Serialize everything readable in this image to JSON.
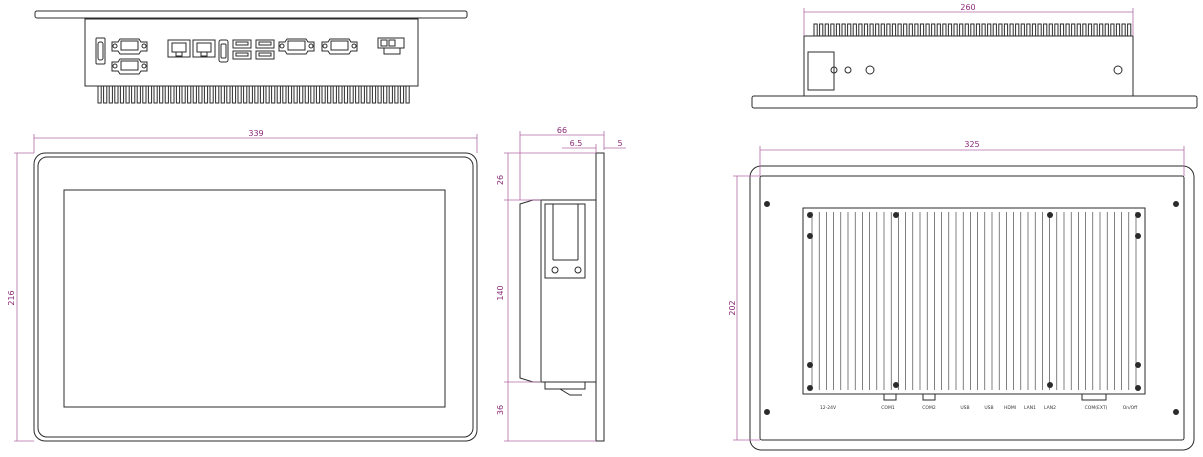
{
  "colors": {
    "line": "#2b2b2b",
    "dimension": "#b06aa6",
    "dimension_text": "#8a2a78",
    "panel_fill": "#ffffff"
  },
  "dimensions": {
    "front_width": "339",
    "front_height": "216",
    "side_depth": "66",
    "side_bezel": "6.5",
    "side_thickness": "5",
    "side_top": "26",
    "side_mid": "140",
    "side_bottom": "36",
    "top_depth": "260",
    "rear_width": "325",
    "rear_height": "202"
  },
  "rear_port_labels": [
    "12-24V",
    "COM1",
    "COM2",
    "USB",
    "USB",
    "HDMI",
    "LAN1",
    "LAN2",
    "COM(EXT)",
    "On/Off"
  ],
  "icons": [
    "power-switch-icon",
    "db9-serial-port-icon",
    "rj45-lan-port-icon",
    "hdmi-port-icon",
    "usb-port-icon",
    "terminal-block-icon",
    "screw-icon",
    "heatsink-fins-icon"
  ]
}
